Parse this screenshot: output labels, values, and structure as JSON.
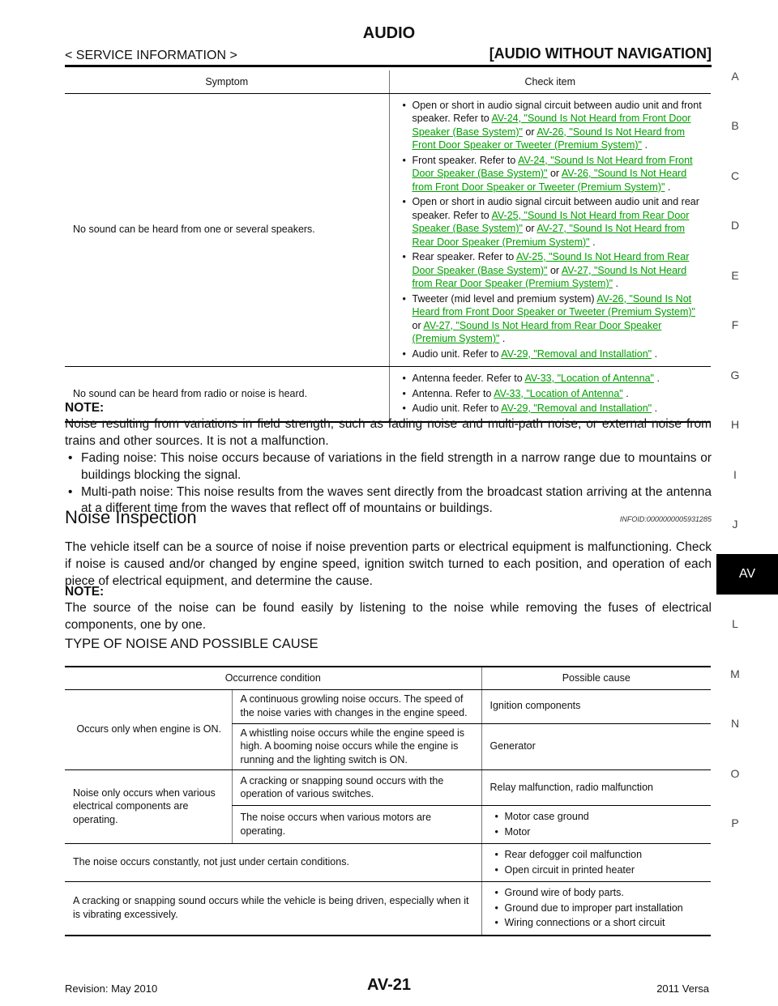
{
  "header": {
    "title": "AUDIO",
    "breadcrumb": "< SERVICE INFORMATION >",
    "section": "[AUDIO WITHOUT NAVIGATION]"
  },
  "side_index": {
    "letters_top": [
      "A",
      "B",
      "C",
      "D",
      "E",
      "F",
      "G",
      "H",
      "I",
      "J"
    ],
    "active": "AV",
    "letters_bottom": [
      "L",
      "M",
      "N",
      "O",
      "P"
    ]
  },
  "table1": {
    "headers": [
      "Symptom",
      "Check item"
    ],
    "row1": {
      "symptom": "No sound can be heard from one or several speakers.",
      "item1": {
        "pre": "Open or short in audio signal circuit between audio unit and front speaker. Refer to ",
        "link1": "AV-24, \"Sound Is Not Heard from Front Door Speaker (Base System)\"",
        "mid": " or ",
        "link2": "AV-26, \"Sound Is Not Heard from Front Door Speaker or Tweeter (Premium System)\"",
        "post": " ."
      },
      "item2": {
        "pre": "Front speaker. Refer to ",
        "link1": "AV-24, \"Sound Is Not Heard from Front Door Speaker (Base System)\"",
        "mid": " or ",
        "link2": "AV-26, \"Sound Is Not Heard from Front Door Speaker or Tweeter (Premium System)\"",
        "post": " ."
      },
      "item3": {
        "pre": "Open or short in audio signal circuit between audio unit and rear speaker. Refer to ",
        "link1": "AV-25, \"Sound Is Not Heard from Rear Door Speaker (Base System)\"",
        "mid": " or ",
        "link2": "AV-27, \"Sound Is Not Heard from Rear Door Speaker (Premium System)\"",
        "post": " ."
      },
      "item4": {
        "pre": "Rear speaker. Refer to ",
        "link1": "AV-25, \"Sound Is Not Heard from Rear Door Speaker (Base System)\"",
        "mid": " or ",
        "link2": "AV-27, \"Sound Is Not Heard from Rear Door Speaker (Premium System)\"",
        "post": " ."
      },
      "item5": {
        "pre": "Tweeter (mid level and premium system) ",
        "link1": "AV-26, \"Sound Is Not Heard from Front Door Speaker or Tweeter (Premium System)\"",
        "mid": " or ",
        "link2": "AV-27, \"Sound Is Not Heard from Rear Door Speaker (Premium System)\"",
        "post": " ."
      },
      "item6": {
        "pre": "Audio unit. Refer to ",
        "link1": "AV-29, \"Removal and Installation\"",
        "post": " ."
      }
    },
    "row2": {
      "symptom": "No sound can be heard from radio or noise is heard.",
      "item1": {
        "pre": "Antenna feeder. Refer to ",
        "link1": "AV-33, \"Location of Antenna\"",
        "post": " ."
      },
      "item2": {
        "pre": "Antenna. Refer to ",
        "link1": "AV-33, \"Location of Antenna\"",
        "post": " ."
      },
      "item3": {
        "pre": "Audio unit. Refer to ",
        "link1": "AV-29, \"Removal and Installation\"",
        "post": " ."
      }
    }
  },
  "note1": {
    "label": "NOTE:",
    "text": "Noise resulting from variations in field strength, such as fading noise and multi-path noise, or external noise from trains and other sources. It is not a malfunction.",
    "bullet1": "Fading noise: This noise occurs because of variations in the field strength in a narrow range due to mountains or buildings blocking the signal.",
    "bullet2": "Multi-path noise: This noise results from the waves sent directly from the broadcast station arriving at the antenna at a different time from the waves that reflect off of mountains or buildings."
  },
  "section": {
    "title": "Noise Inspection",
    "info_id": "INFOID:0000000005931285",
    "para": "The vehicle itself can be a source of noise if noise prevention parts or electrical equipment is malfunctioning. Check if noise is caused and/or changed by engine speed, ignition switch turned to each position, and operation of each piece of electrical equipment, and determine the cause.",
    "note_label": "NOTE:",
    "note_text": "The source of the noise can be found easily by listening to the noise while removing the fuses of electrical components, one by one.",
    "subtitle": "TYPE OF NOISE AND POSSIBLE CAUSE"
  },
  "table2": {
    "headers": [
      "Occurrence condition",
      "Possible cause"
    ],
    "group1": {
      "condition": "Occurs only when engine is ON.",
      "r1_detail": "A continuous growling noise occurs. The speed of the noise varies with changes in the engine speed.",
      "r1_cause": "Ignition components",
      "r2_detail": "A whistling noise occurs while the engine speed is high. A booming noise occurs while the engine is running and the lighting switch is ON.",
      "r2_cause": "Generator"
    },
    "group2": {
      "condition": "Noise only occurs when various electrical components are operating.",
      "r1_detail": "A cracking or snapping sound occurs with the operation of various switches.",
      "r1_cause": "Relay malfunction, radio malfunction",
      "r2_detail": "The noise occurs when various motors are operating.",
      "r2_causes": [
        "Motor case ground",
        "Motor"
      ]
    },
    "row3": {
      "condition": "The noise occurs constantly, not just under certain conditions.",
      "causes": [
        "Rear defogger coil malfunction",
        "Open circuit in printed heater"
      ]
    },
    "row4": {
      "condition": "A cracking or snapping sound occurs while the vehicle is being driven, especially when it is vibrating excessively.",
      "causes": [
        "Ground wire of body parts.",
        "Ground due to improper part installation",
        "Wiring connections or a short circuit"
      ]
    }
  },
  "footer": {
    "revision": "Revision: May 2010",
    "page": "AV-21",
    "model": "2011 Versa"
  }
}
